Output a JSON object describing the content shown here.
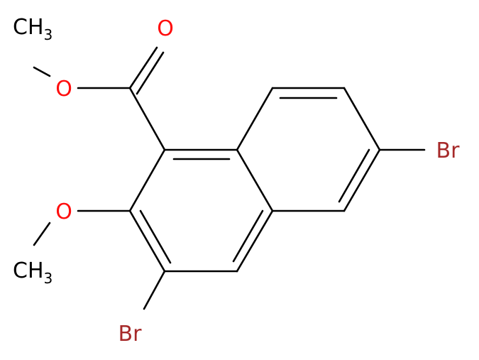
{
  "molecule": {
    "atoms": {
      "methyl_ester": {
        "text": "CH",
        "subscript": "3",
        "color": "#000000"
      },
      "ester_o_single": {
        "text": "O",
        "color": "#ff0d0d"
      },
      "ester_o_double": {
        "text": "O",
        "color": "#ff0d0d"
      },
      "methoxy_o": {
        "text": "O",
        "color": "#ff0d0d"
      },
      "methyl_methoxy": {
        "text": "CH",
        "subscript": "3",
        "color": "#000000"
      },
      "br_ring": {
        "text": "Br",
        "color": "#a62929"
      },
      "br_right": {
        "text": "Br",
        "color": "#a62929"
      }
    }
  }
}
